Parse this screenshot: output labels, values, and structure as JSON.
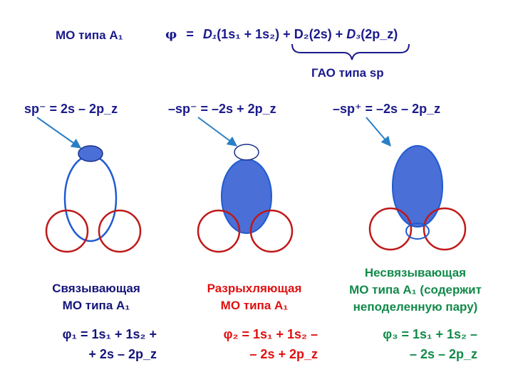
{
  "header": {
    "mo_type_label": "МО типа А₁",
    "phi_equation": "φ = D₁(1s₁ + 1s₂) + D₂(2s) + D₃(2p_z)",
    "phi_equation_html_parts": {
      "phi": "φ",
      "eq": "=",
      "d1": "D₁",
      "term1": "(1s₁ + 1s₂) +",
      "d2": "D₂",
      "term2": "(2s) +",
      "d3": "D₃",
      "term3": "(2p_z)"
    },
    "gao_label": "ГАО  типа sp"
  },
  "hybrids": [
    {
      "label": "sp⁻ = 2s – 2p_z"
    },
    {
      "label": "–sp⁻ = –2s + 2p_z"
    },
    {
      "label": "–sp⁺ = –2s – 2p_z"
    }
  ],
  "captions": [
    {
      "line1": "Связывающая",
      "line2": "МО типа А₁",
      "color": "#14147a"
    },
    {
      "line1": "Разрыхляющая",
      "line2": "МО типа А₁",
      "color": "#e01010"
    },
    {
      "line1": "Несвязывающая",
      "line2": "МО типа А₁ (содержит",
      "line3": "неподеленную пару)",
      "color": "#128a4a"
    }
  ],
  "formulas": [
    {
      "line1": "φ₁ = 1s₁ + 1s₂ +",
      "line2": "+ 2s – 2p_z"
    },
    {
      "line1": "φ₂ = 1s₁ + 1s₂ –",
      "line2": "– 2s + 2p_z"
    },
    {
      "line1": "φ₃ = 1s₁ + 1s₂ –",
      "line2": "– 2s – 2p_z"
    }
  ],
  "colors": {
    "navy": "#1a1a8c",
    "blue_fill": "#4a6fd6",
    "blue_stroke": "#1f5bd1",
    "dark_stroke": "#1a2f8a",
    "red_stroke": "#c01818",
    "arrow": "#2a7fc4"
  }
}
